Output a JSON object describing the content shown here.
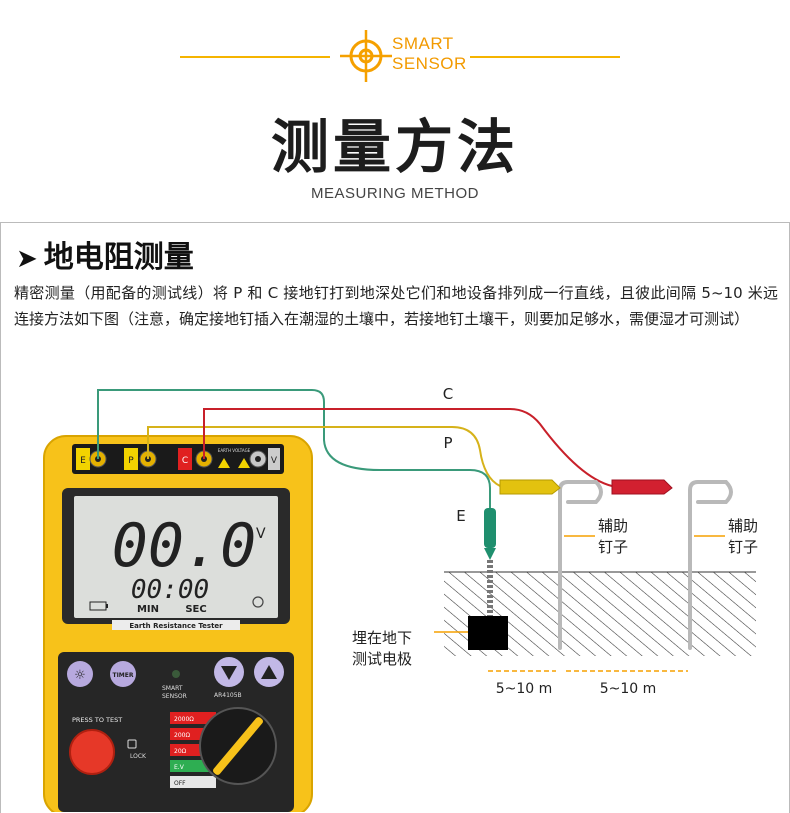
{
  "header": {
    "logo_line1": "SMART",
    "logo_line2": "SENSOR",
    "title": "测量方法",
    "subtitle": "MEASURING METHOD"
  },
  "section": {
    "title": "地电阻测量",
    "description": "精密测量（用配备的测试线）将 P 和 C 接地钉打到地深处它们和地设备排列成一行直线，且彼此间隔 5~10 米远连接方法如下图（注意，确定接地钉插入在潮湿的土壤中，若接地钉土壤干，则要加足够水，需便湿才可测试）"
  },
  "device": {
    "terminal_e": "E",
    "terminal_p": "P",
    "terminal_c": "C",
    "terminal_v": "V",
    "warn_label": "EARTH  VOLTAGE",
    "lcd_main": "00.0",
    "lcd_unit": "V",
    "lcd_timer": "00:00",
    "lcd_min": "MIN",
    "lcd_sec": "SEC",
    "model_plate": "Earth Resistance Tester",
    "timer_label": "TIMER",
    "brand1": "SMART",
    "brand2": "SENSOR",
    "model": "AR4105B",
    "press_label": "PRESS TO TEST",
    "lock_label": "LOCK",
    "range_2000": "2000Ω",
    "range_200": "200Ω",
    "range_20": "20Ω",
    "range_ev": "E.V",
    "range_off": "OFF"
  },
  "diagram": {
    "label_c": "C",
    "label_p": "P",
    "label_e": "E",
    "aux_spike_1_a": "辅助",
    "aux_spike_1_b": "钉子",
    "aux_spike_2_a": "辅助",
    "aux_spike_2_b": "钉子",
    "buried_a": "埋在地下",
    "buried_b": "测试电极",
    "dist_1": "5~10 m",
    "dist_2": "5~10 m"
  },
  "colors": {
    "accent": "#f5b400",
    "device_yellow": "#f7c21a",
    "wire_green": "#3a9a7a",
    "wire_yellow": "#d6b21a",
    "wire_red": "#c8202a"
  }
}
